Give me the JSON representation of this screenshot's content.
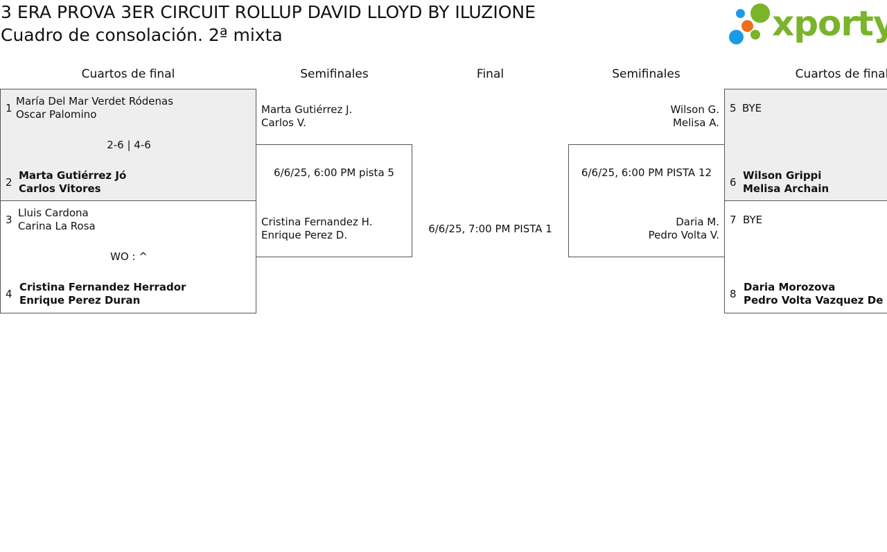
{
  "header": {
    "title": "3 ERA PROVA 3ER CIRCUIT ROLLUP DAVID LLOYD BY ILUZIONE",
    "subtitle": "Cuadro de consolación. 2ª mixta",
    "logo_text": "xporty",
    "logo_colors": {
      "blue": "#1a9be6",
      "orange": "#e8711a",
      "green": "#7ab42a"
    }
  },
  "rounds": {
    "left_qf": "Cuartos de final",
    "left_sf": "Semifinales",
    "final": "Final",
    "right_sf": "Semifinales",
    "right_qf": "Cuartos de final"
  },
  "left_qf": {
    "match1": {
      "seed1": "1",
      "team1": [
        "María Del Mar Verdet Ródenas",
        "Oscar Palomino"
      ],
      "score": "2-6 | 4-6",
      "seed2": "2",
      "team2": [
        "Marta Gutiérrez Jó",
        "Carlos Vitores"
      ]
    },
    "match2": {
      "seed1": "3",
      "team1": [
        "Lluis Cardona",
        "Carina La Rosa"
      ],
      "score": "WO : ^",
      "seed2": "4",
      "team2": [
        "Cristina Fernandez Herrador",
        "Enrique Perez Duran"
      ]
    }
  },
  "left_sf": {
    "team1": [
      "Marta Gutiérrez J.",
      "Carlos V."
    ],
    "schedule": "6/6/25, 6:00 PM pista 5",
    "team2": [
      "Cristina Fernandez H.",
      "Enrique Perez D."
    ]
  },
  "final": {
    "schedule": "6/6/25, 7:00 PM PISTA 1"
  },
  "right_sf": {
    "team1": [
      "Wilson G.",
      "Melisa A."
    ],
    "schedule": "6/6/25, 6:00 PM PISTA 12",
    "team2": [
      "Daria M.",
      "Pedro Volta V."
    ]
  },
  "right_qf": {
    "match1": {
      "seed1": "5",
      "team1": [
        "BYE"
      ],
      "seed2": "6",
      "team2": [
        "Wilson Grippi",
        "Melisa Archain"
      ]
    },
    "match2": {
      "seed1": "7",
      "team1": [
        "BYE"
      ],
      "seed2": "8",
      "team2": [
        "Daria Morozova",
        "Pedro Volta Vazquez De Castro"
      ]
    }
  }
}
